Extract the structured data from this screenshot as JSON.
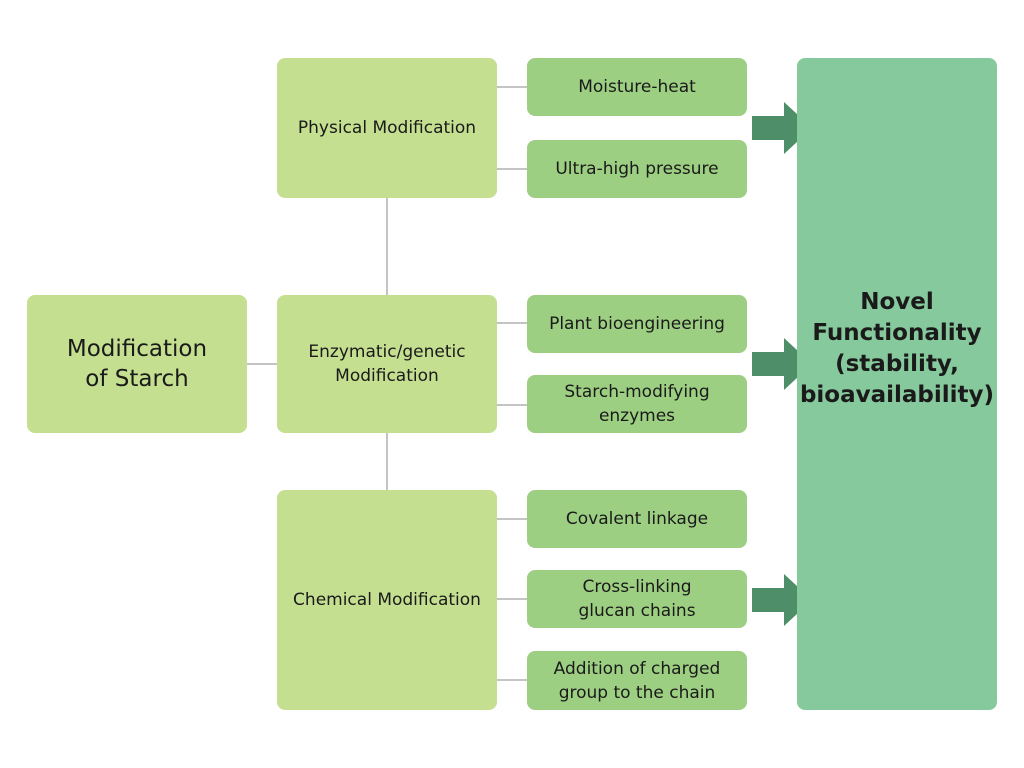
{
  "root": {
    "label": "Modification\nof Starch"
  },
  "categories": [
    {
      "label": "Physical Modification",
      "items": [
        "Moisture-heat",
        "Ultra-high pressure"
      ]
    },
    {
      "label": "Enzymatic/genetic\nModification",
      "items": [
        "Plant bioengineering",
        "Starch-modifying\nenzymes"
      ]
    },
    {
      "label": "Chemical Modification",
      "items": [
        "Covalent linkage",
        "Cross-linking\nglucan chains",
        "Addition of charged\ngroup to the chain"
      ]
    }
  ],
  "result": {
    "label": "Novel\nFunctionality\n(stability,\nbioavailability)"
  },
  "colors": {
    "root_fill": "#c5df90",
    "category_fill": "#c5df90",
    "item_fill": "#9dcf82",
    "result_fill": "#86c99c",
    "arrow_fill": "#4e8f6a",
    "connector": "#b0b0b0"
  }
}
